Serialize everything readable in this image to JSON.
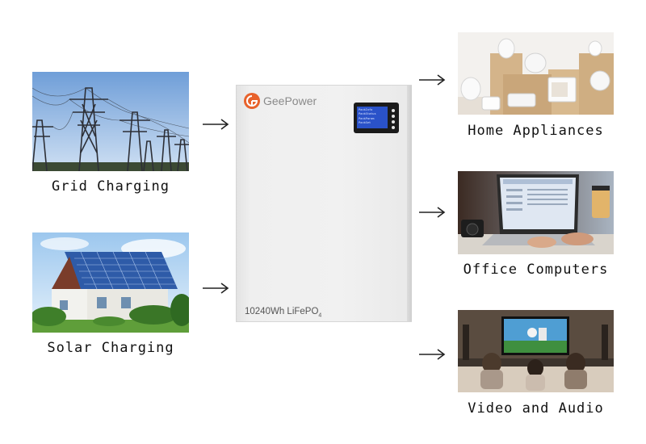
{
  "inputs": [
    {
      "label": "Grid Charging",
      "icon": "power-pylon-photo"
    },
    {
      "label": "Solar Charging",
      "icon": "solar-house-photo"
    }
  ],
  "battery": {
    "brand": "GeePower",
    "model_text": "10240Wh LiFePO",
    "model_subscript": "4",
    "screen_lines": [
      "PackInfo",
      "PackStatus",
      "PackParam",
      "PackSet"
    ],
    "colors": {
      "brand": "#e8622c",
      "screen": "#2a52c9",
      "body": "#efefef"
    }
  },
  "outputs": [
    {
      "label": "Home Appliances",
      "icon": "home-appliances-photo"
    },
    {
      "label": "Office Computers",
      "icon": "laptop-office-photo"
    },
    {
      "label": "Video and Audio",
      "icon": "tv-living-room-photo"
    }
  ]
}
